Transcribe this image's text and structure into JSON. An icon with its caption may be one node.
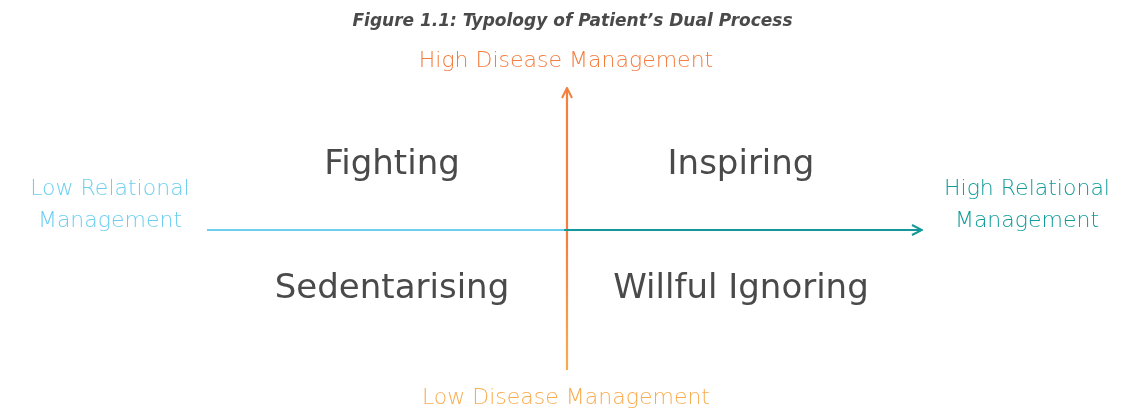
{
  "diagram": {
    "title": "Figure 1.1: Typology of Patient’s Dual Process",
    "nodes": [
      {
        "text": [
          "High Disease Management"
        ]
      },
      {
        "text": [
          "Low Relational Management"
        ]
      },
      {
        "text": [
          "High Relational Management"
        ]
      },
      {
        "text": [
          "Low Disease Management"
        ]
      }
    ],
    "edges": [
      {
        "from": 3,
        "to": 0,
        "arrow": "to",
        "color": "#f4803e"
      },
      {
        "from": 1,
        "to": 2,
        "arrow": "to",
        "color": "#13999a"
      }
    ],
    "labels": [
      "Fighting",
      "Inspiring",
      "Sedentarising",
      "Willful Ignoring"
    ]
  }
}
